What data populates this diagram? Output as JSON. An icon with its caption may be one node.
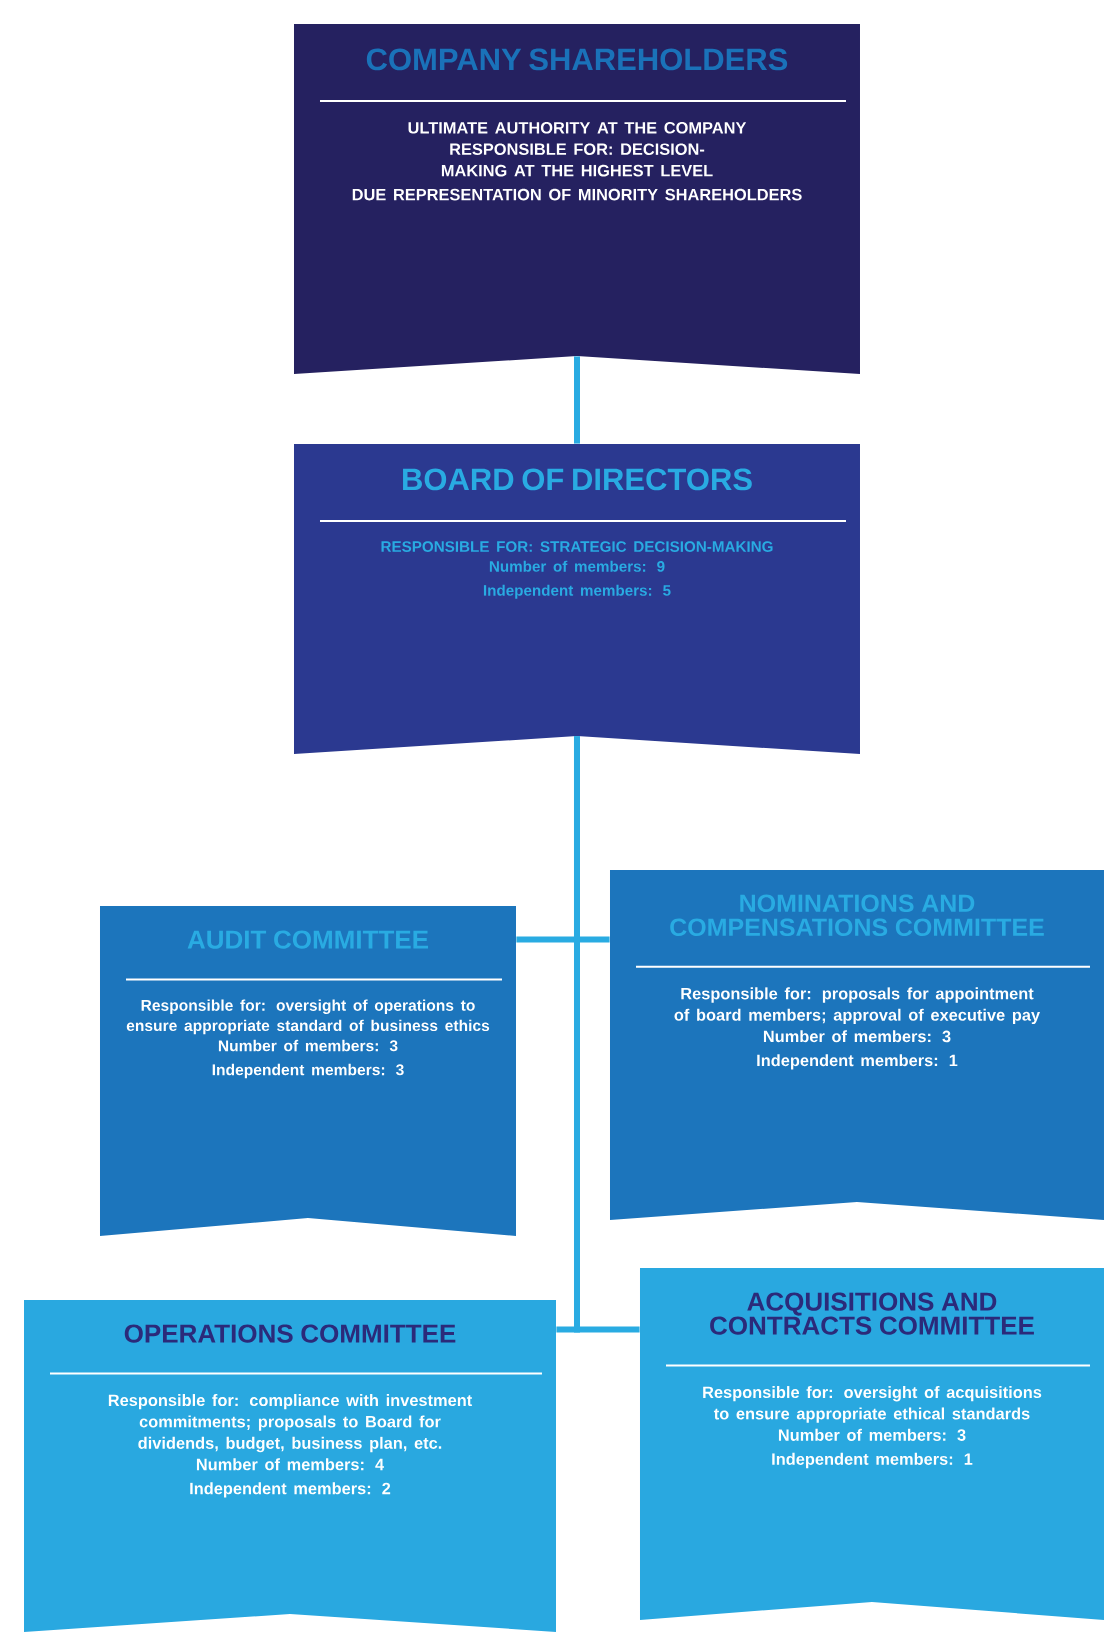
{
  "diagram": {
    "nodes": [
      {
        "text": [
          "COMPANY SHAREHOLDERS",
          "ULTIMATE AUTHORITY AT THE COMPANY",
          "RESPONSIBLE FOR: DECISION-MAKING AT THE HIGHEST LEVEL",
          "DUE REPRESENTATION OF MINORITY SHAREHOLDERS"
        ]
      },
      {
        "text": [
          "BOARD OF DIRECTORS",
          "RESPONSIBLE FOR: STRATEGIC DECISION-MAKING",
          "Number of members: 9",
          "Independent members: 5"
        ]
      },
      {
        "text": [
          "AUDIT COMMITTEE",
          "Responsible for: oversight of operations to ensure appropriate standard of business ethics",
          "Number of members: 3",
          "Independent members: 3"
        ]
      },
      {
        "text": [
          "NOMINATIONS AND COMPENSATIONS COMMITTEE",
          "Responsible for: proposals for appointment of board members; approval of executive pay",
          "Number of members: 3",
          "Independent members: 1"
        ]
      },
      {
        "text": [
          "OPERATIONS COMMITTEE",
          "Responsible for: compliance with investment commitments; proposals to Board for dividends, budget, business plan, etc.",
          "Number of members: 4",
          "Independent members: 2"
        ]
      },
      {
        "text": [
          "ACQUISITIONS AND CONTRACTS COMMITTEE",
          "Responsible for: oversight of acquisitions to ensure appropriate ethical standards",
          "Number of members: 3",
          "Independent members: 1"
        ]
      }
    ],
    "edges": [
      {
        "from": 0,
        "to": 1,
        "arrow": "none"
      },
      {
        "from": 1,
        "to": 2,
        "arrow": "none"
      },
      {
        "from": 1,
        "to": 3,
        "arrow": "none"
      },
      {
        "from": 1,
        "to": 4,
        "arrow": "none"
      },
      {
        "from": 1,
        "to": 5,
        "arrow": "none"
      }
    ]
  }
}
